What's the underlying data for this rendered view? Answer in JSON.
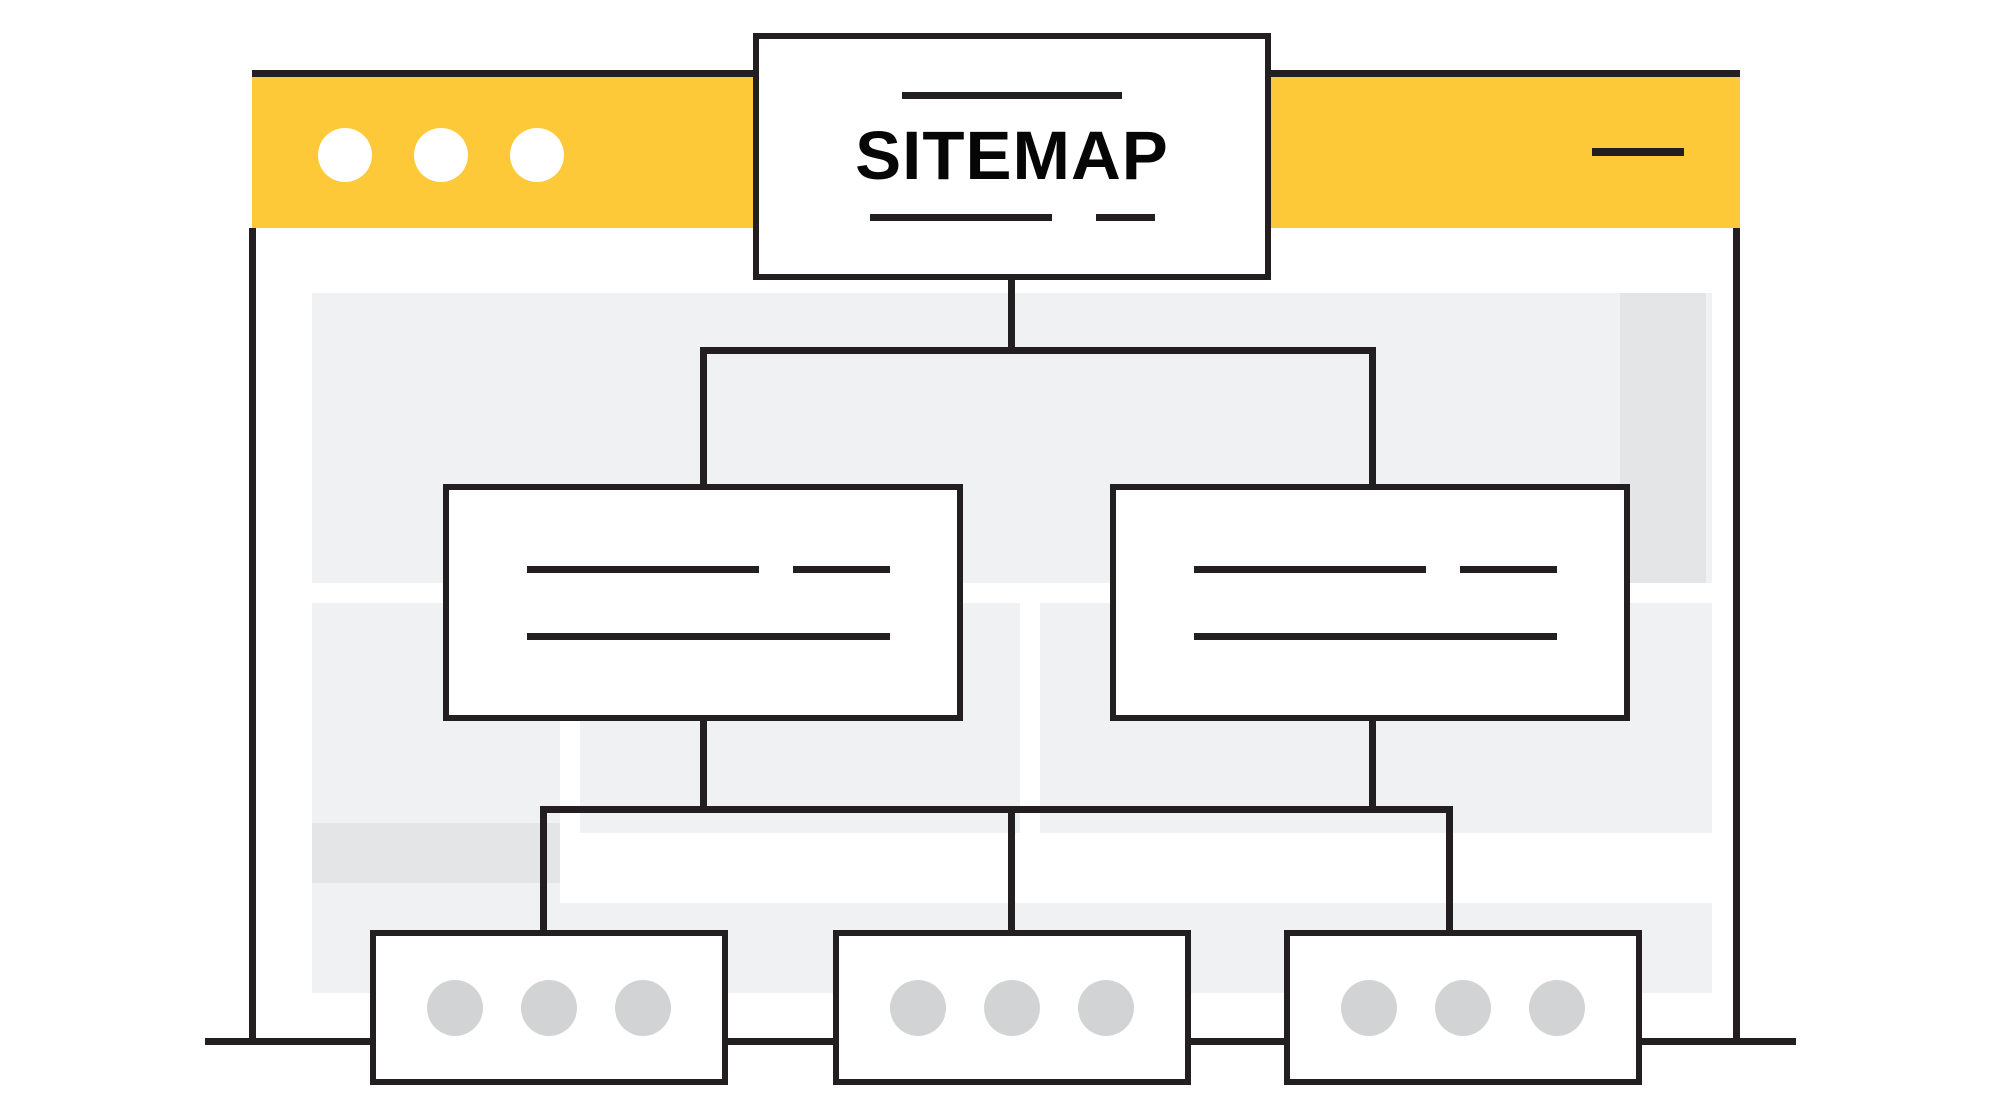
{
  "window": {
    "accent_color": "#FDC939",
    "outline_color": "#231f20",
    "ghost_color": "#f0f1f3",
    "ghost_dark_color": "#e3e5e6",
    "dot_color": "#d1d3d4",
    "traffic_lights": [
      {
        "name": "close",
        "label": ""
      },
      {
        "name": "minimize",
        "label": ""
      },
      {
        "name": "maximize",
        "label": ""
      }
    ],
    "minimize_control": {
      "label": ""
    }
  },
  "sitemap": {
    "root": {
      "title": "SITEMAP",
      "rule_top": "",
      "rule_bottom_long": "",
      "rule_bottom_short": ""
    },
    "level2": [
      {
        "name": "branch-left",
        "rows": [
          {
            "line_long": "",
            "line_short": ""
          },
          {
            "line_full": ""
          }
        ]
      },
      {
        "name": "branch-right",
        "rows": [
          {
            "line_long": "",
            "line_short": ""
          },
          {
            "line_full": ""
          }
        ]
      }
    ],
    "level3": [
      {
        "name": "leaf-one",
        "dots": [
          "",
          "",
          ""
        ]
      },
      {
        "name": "leaf-two",
        "dots": [
          "",
          "",
          ""
        ]
      },
      {
        "name": "leaf-three",
        "dots": [
          "",
          "",
          ""
        ]
      }
    ]
  },
  "page_placeholders": [
    {
      "name": "hero-block"
    },
    {
      "name": "right-rail-block"
    },
    {
      "name": "left-column-block"
    },
    {
      "name": "left-column-footer-block"
    },
    {
      "name": "middle-column-block"
    },
    {
      "name": "right-column-block"
    },
    {
      "name": "bottom-band-block"
    }
  ]
}
